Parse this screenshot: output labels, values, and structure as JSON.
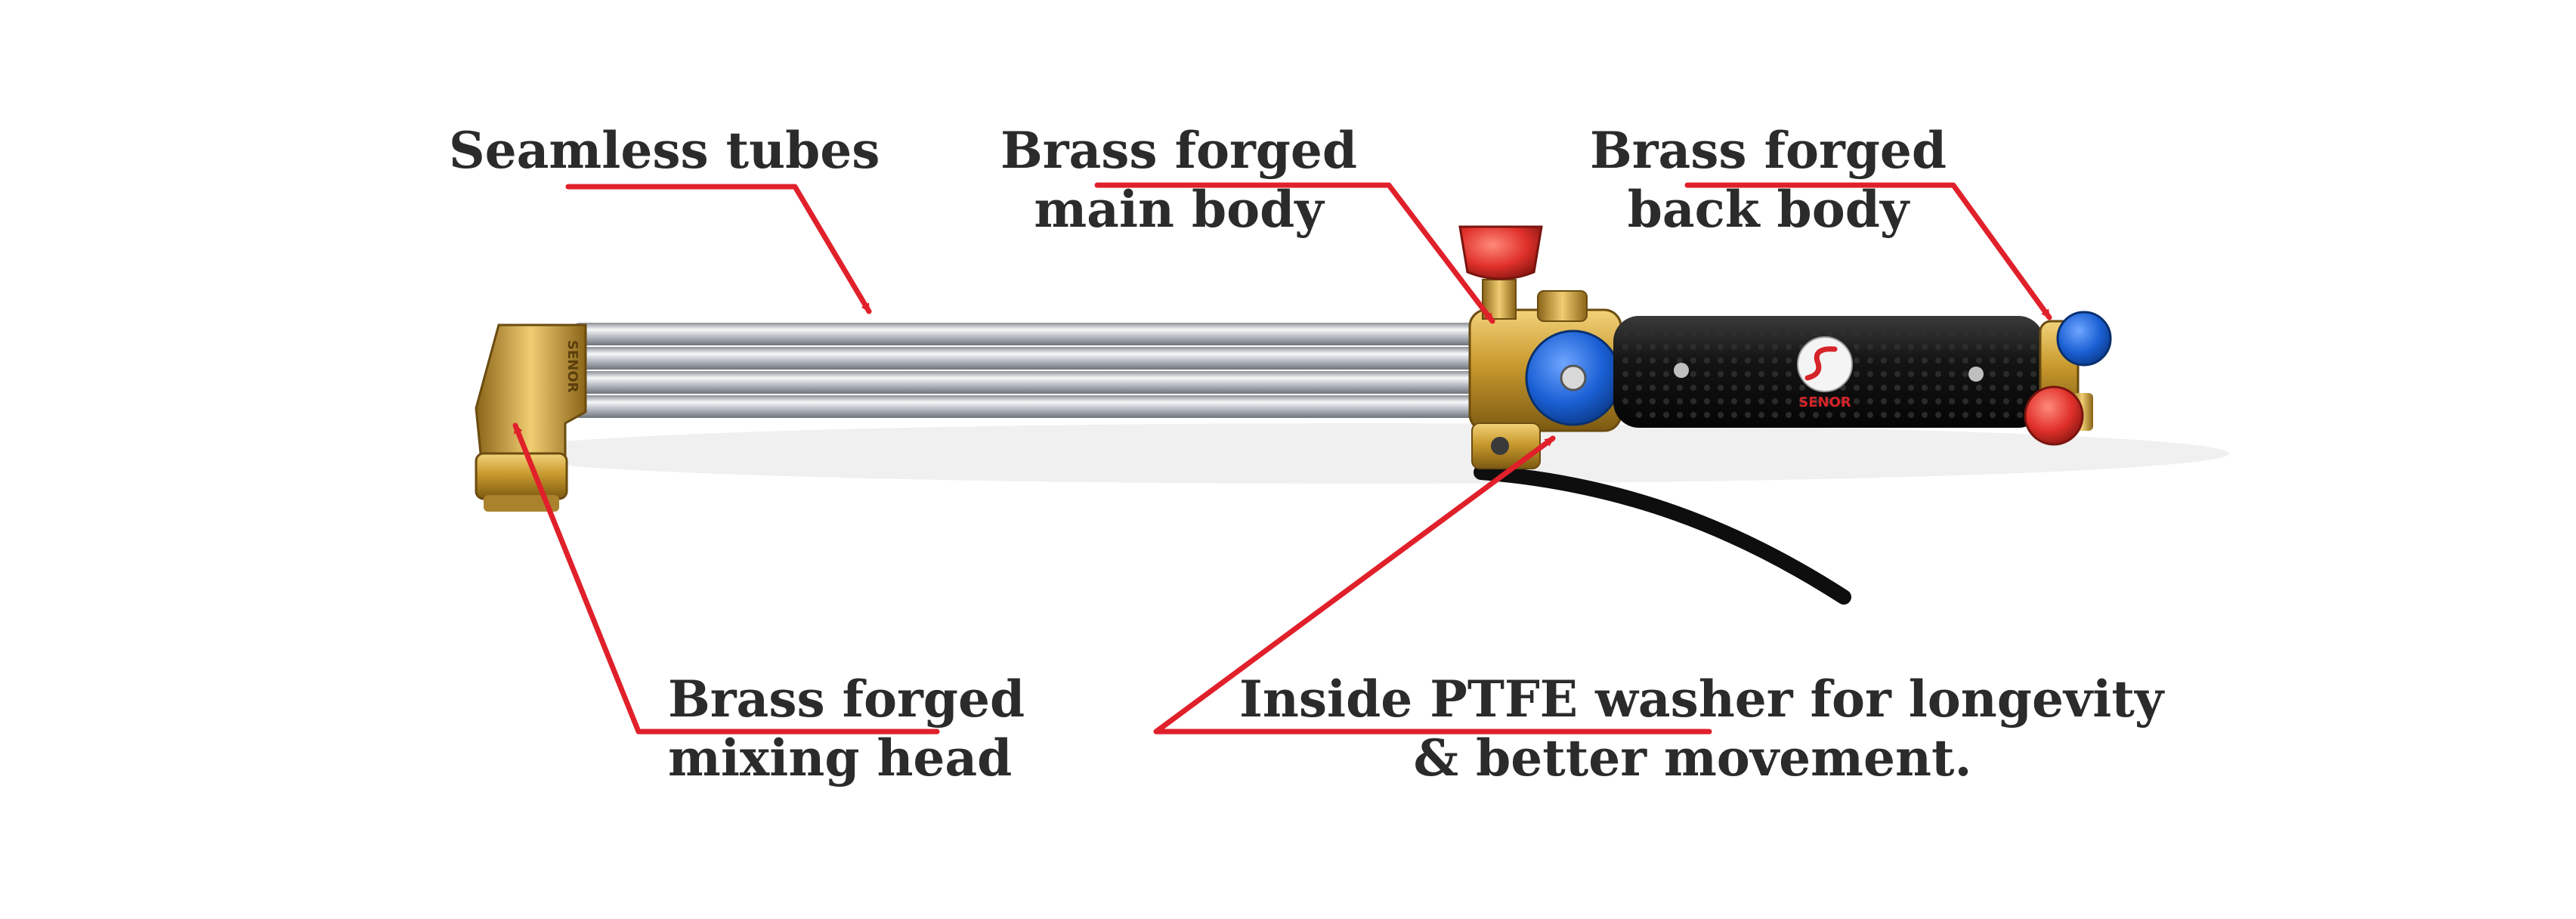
{
  "colors": {
    "callout": "#e0202a",
    "text": "#2b2b2b",
    "brass": "#c9a03a",
    "handle": "#161616",
    "valve_blue": "#1a62d6",
    "valve_red": "#e23a2a"
  },
  "logo_text": "SENOR",
  "callouts": {
    "seamless_tubes": {
      "line1": "Seamless tubes"
    },
    "main_body": {
      "line1": "Brass forged",
      "line2": "main body"
    },
    "back_body": {
      "line1": "Brass forged",
      "line2": "back body"
    },
    "mixing_head": {
      "line1": "Brass forged",
      "line2": "mixing head"
    },
    "ptfe_washer": {
      "line1": "Inside PTFE washer for longevity",
      "line2": "& better movement."
    }
  }
}
